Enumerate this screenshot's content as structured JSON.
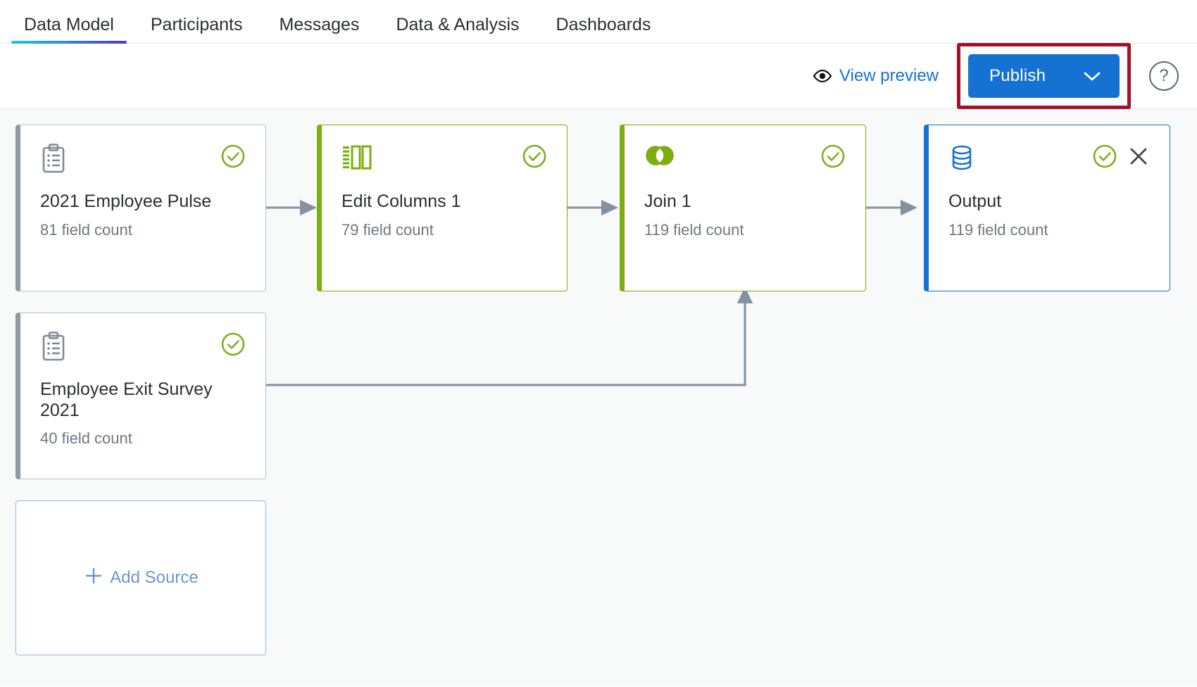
{
  "tabs": [
    {
      "label": "Data Model",
      "active": true
    },
    {
      "label": "Participants",
      "active": false
    },
    {
      "label": "Messages",
      "active": false
    },
    {
      "label": "Data & Analysis",
      "active": false
    },
    {
      "label": "Dashboards",
      "active": false
    }
  ],
  "actionbar": {
    "view_preview_label": "View preview",
    "publish_label": "Publish",
    "help_label": "?",
    "eye_icon": "eye-icon",
    "chevron_icon": "chevron-down-icon",
    "highlight_color": "#a5112a",
    "publish_color": "#1572d3",
    "link_color": "#1770d9"
  },
  "canvas": {
    "background": "#f8f9f9",
    "nodes": [
      {
        "id": "source-pulse",
        "name": "2021 Employee Pulse",
        "subtitle": "81 field count",
        "icon": "clipboard-survey-icon",
        "status_icon": "check-circle-icon",
        "accent": "#8e99a4",
        "type": "source"
      },
      {
        "id": "edit-columns-1",
        "name": "Edit Columns 1",
        "subtitle": "79 field count",
        "icon": "columns-icon",
        "status_icon": "check-circle-icon",
        "accent": "#7ead10",
        "type": "transform"
      },
      {
        "id": "join-1",
        "name": "Join 1",
        "subtitle": "119 field count",
        "icon": "venn-join-icon",
        "status_icon": "check-circle-icon",
        "accent": "#7ead10",
        "type": "transform"
      },
      {
        "id": "output",
        "name": "Output",
        "subtitle": "119 field count",
        "icon": "database-icon",
        "status_icon": "check-circle-icon",
        "close_icon": "close-icon",
        "accent": "#1572d3",
        "type": "output"
      },
      {
        "id": "source-exit",
        "name": "Employee Exit Survey 2021",
        "subtitle": "40 field count",
        "icon": "clipboard-survey-icon",
        "status_icon": "check-circle-icon",
        "accent": "#8e99a4",
        "type": "source"
      }
    ],
    "add_source": {
      "label": "Add Source",
      "icon": "plus-icon",
      "color": "#6e94d4"
    },
    "connector_color": "#8590a0",
    "status_color": "#7cb021"
  }
}
